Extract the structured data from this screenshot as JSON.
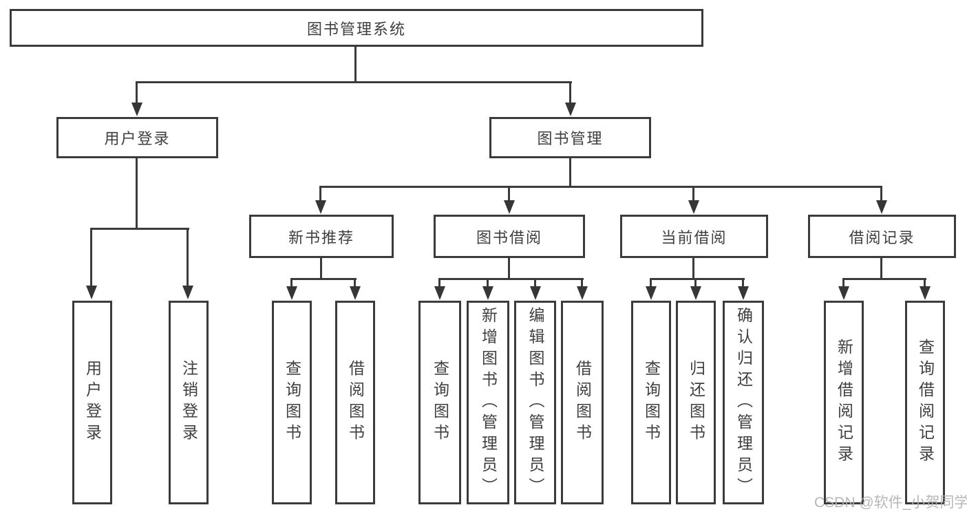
{
  "page": {
    "background": "#ffffff"
  },
  "watermark": {
    "text": "CSDN @软件_小贺同学",
    "color": "#b0b0b0"
  },
  "diagram": {
    "type": "hierarchy-tree",
    "line_color": "#3b3b3b",
    "text_color": "#3f3f3f",
    "tree": {
      "label": "图书管理系统",
      "children": [
        {
          "label": "用户登录",
          "children": [
            {
              "label": "用户登录"
            },
            {
              "label": "注销登录"
            }
          ]
        },
        {
          "label": "图书管理",
          "children": [
            {
              "label": "新书推荐",
              "children": [
                {
                  "label": "查询图书"
                },
                {
                  "label": "借阅图书"
                }
              ]
            },
            {
              "label": "图书借阅",
              "children": [
                {
                  "label": "查询图书"
                },
                {
                  "label": "新增图书（管理员）"
                },
                {
                  "label": "编辑图书（管理员）"
                },
                {
                  "label": "借阅图书"
                }
              ]
            },
            {
              "label": "当前借阅",
              "children": [
                {
                  "label": "查询图书"
                },
                {
                  "label": "归还图书"
                },
                {
                  "label": "确认归还（管理员）"
                }
              ]
            },
            {
              "label": "借阅记录",
              "children": [
                {
                  "label": "新增借阅记录"
                },
                {
                  "label": "查询借阅记录"
                }
              ]
            }
          ]
        }
      ]
    }
  }
}
